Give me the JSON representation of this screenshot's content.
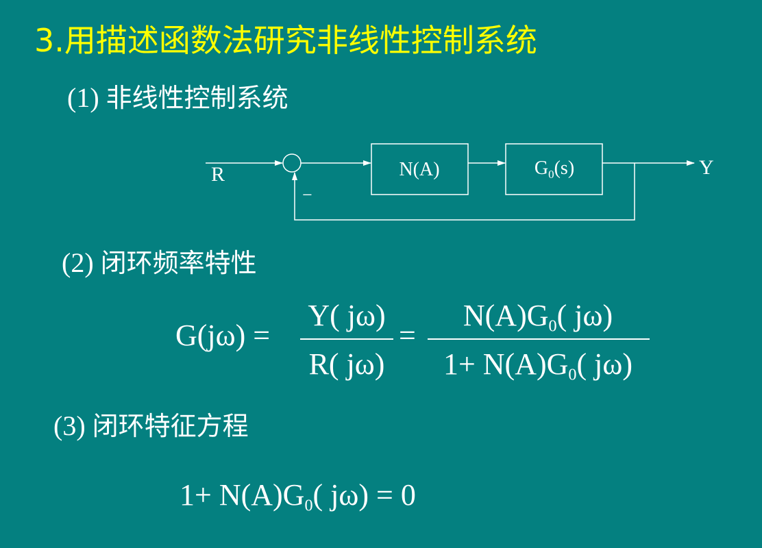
{
  "title": "3.用描述函数法研究非线性控制系统",
  "sections": [
    {
      "num": "(1)",
      "text": "非线性控制系统"
    },
    {
      "num": "(2)",
      "text": "闭环频率特性"
    },
    {
      "num": "(3)",
      "text": "闭环特征方程"
    }
  ],
  "diagram": {
    "input_label": "R",
    "output_label": "Y",
    "feedback_sign": "−",
    "block1": "N(A)",
    "block2_main": "G",
    "block2_sub": "0",
    "block2_tail": "(s)"
  },
  "eq1": {
    "lhs": "G(jω) =",
    "f1_num": "Y( jω)",
    "f1_den": "R( jω)",
    "eq_sign": "=",
    "f2_num_a": "N(A)G",
    "f2_num_sub": "0",
    "f2_num_b": "( jω)",
    "f2_den_a": "1+ N(A)G",
    "f2_den_sub": "0",
    "f2_den_b": "( jω)"
  },
  "eq2": {
    "a": "1+ N(A)G",
    "sub": "0",
    "b": "( jω) = 0"
  }
}
